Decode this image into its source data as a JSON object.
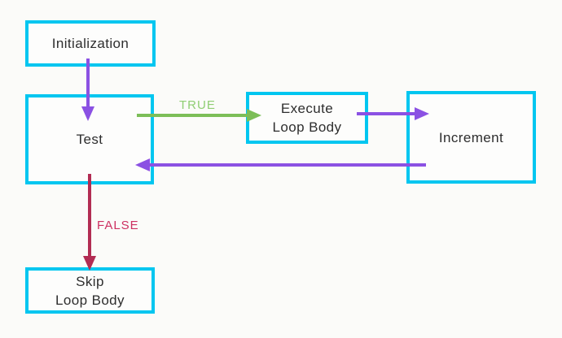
{
  "diagram": {
    "type": "flowchart",
    "nodes": [
      {
        "id": "initialization",
        "label": "Initialization"
      },
      {
        "id": "test",
        "label": "Test"
      },
      {
        "id": "execute-loop-body",
        "label": "Execute\nLoop Body"
      },
      {
        "id": "increment",
        "label": "Increment"
      },
      {
        "id": "skip-loop-body",
        "label": "Skip\nLoop Body"
      }
    ],
    "edges": [
      {
        "from": "initialization",
        "to": "test",
        "label": "",
        "color_name": "purple"
      },
      {
        "from": "test",
        "to": "execute-loop-body",
        "label": "TRUE",
        "color_name": "green"
      },
      {
        "from": "execute-loop-body",
        "to": "increment",
        "label": "",
        "color_name": "purple"
      },
      {
        "from": "increment",
        "to": "test",
        "label": "",
        "color_name": "purple"
      },
      {
        "from": "test",
        "to": "skip-loop-body",
        "label": "FALSE",
        "color_name": "crimson"
      }
    ],
    "colors": {
      "background": "#FBFBF9",
      "box_border": "#00C6F0",
      "box_fill": "#FDFDFC",
      "text": "#2E2E2E",
      "purple_arrow": "#8B51E3",
      "green_arrow": "#7CBE58",
      "green_label": "#90CE74",
      "crimson_arrow": "#B22C53",
      "crimson_label": "#CD3061"
    }
  }
}
